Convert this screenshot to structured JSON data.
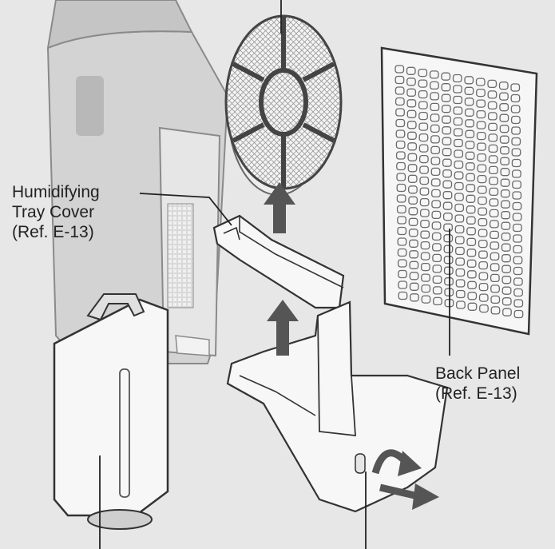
{
  "labels": {
    "humidifying_tray_cover": {
      "line1": "Humidifying",
      "line2": "Tray Cover",
      "line3": "(Ref. E-13)"
    },
    "back_panel": {
      "line1": "Back Panel",
      "line2": "(Ref. E-13)"
    }
  },
  "colors": {
    "background": "#e7e7e7",
    "line": "#3a3a3a",
    "part_fill": "#f7f7f7",
    "body_shade": "#cfcfcf",
    "arrow": "#555555"
  }
}
